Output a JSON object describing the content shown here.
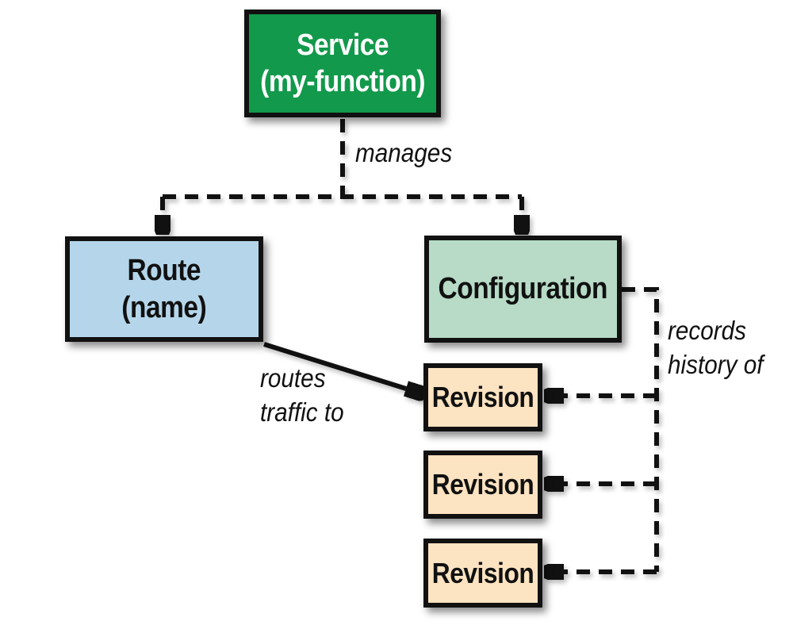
{
  "colors": {
    "background": "#ffffff",
    "box_border": "#111111",
    "line_color": "#111111",
    "label_text": "#111111",
    "service_fill": "#12994b",
    "service_text": "#ffffff",
    "route_fill": "#b5d6ea",
    "configuration_fill": "#b7dbc6",
    "revision_fill": "#fce3c1"
  },
  "nodes": {
    "service": {
      "line1": "Service",
      "line2": "(my-function)"
    },
    "route": {
      "line1": "Route",
      "line2": "(name)"
    },
    "configuration": {
      "label": "Configuration"
    },
    "revisions": [
      {
        "label": "Revision"
      },
      {
        "label": "Revision"
      },
      {
        "label": "Revision"
      }
    ]
  },
  "edge_labels": {
    "manages": "manages",
    "routes_traffic": {
      "line1": "routes",
      "line2": "traffic to"
    },
    "records_history": {
      "line1": "records",
      "line2": "history of"
    }
  }
}
